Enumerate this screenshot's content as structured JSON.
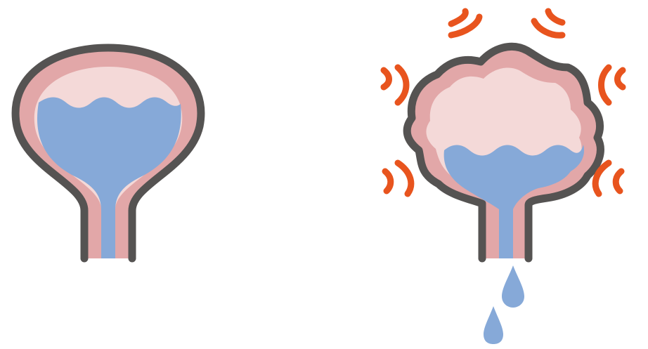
{
  "panels": [
    {
      "icon": "normal-bladder-icon",
      "state": "calm",
      "fill_fraction": 0.75
    },
    {
      "icon": "irritated-bladder-icon",
      "state": "spasming",
      "fill_fraction": 0.45,
      "vibration_marks": 6,
      "leak_drops": 2
    }
  ],
  "colors": {
    "outline": "#555352",
    "wall": "#E2A7A8",
    "empty_space": "#F4D9D8",
    "urine": "#86A9D8",
    "alert": "#E8541E",
    "background": "#FFFFFF"
  }
}
